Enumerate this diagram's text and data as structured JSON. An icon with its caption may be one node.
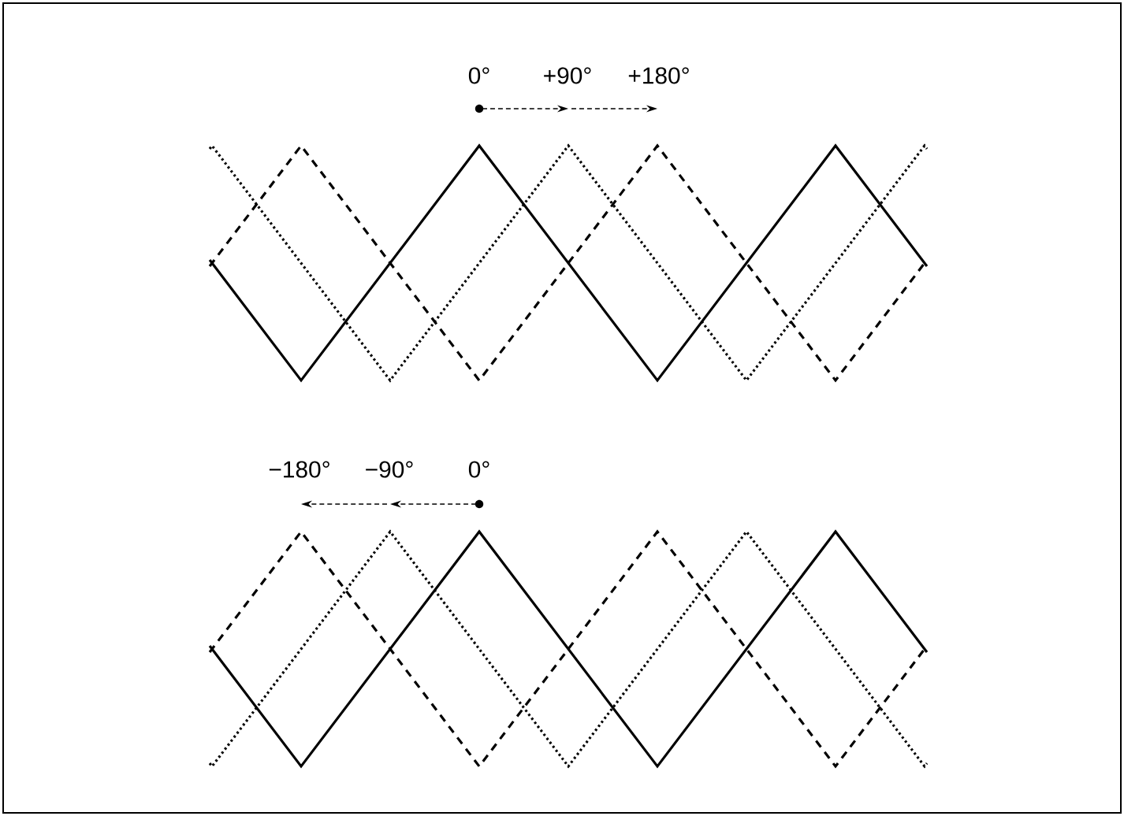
{
  "diagram": {
    "labels": [
      "0°",
      "+90°",
      "+180°",
      "−180°",
      "−90°",
      "0°"
    ]
  }
}
